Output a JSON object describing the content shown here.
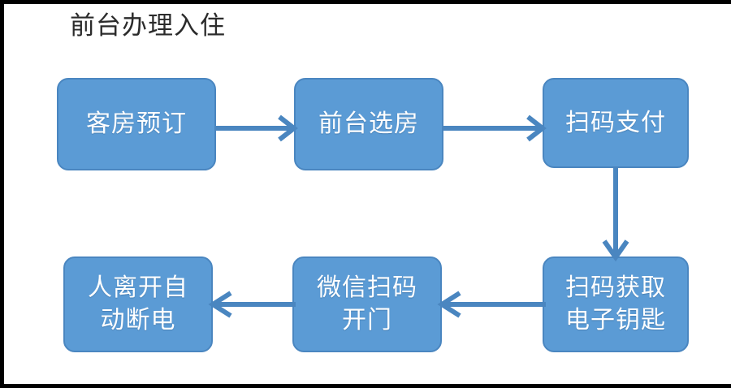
{
  "diagram": {
    "title": "前台办理入住",
    "background_color": "#ffffff",
    "frame_color": "#000000",
    "node_fill": "#5b9bd5",
    "node_border": "#4a86c0",
    "node_text_color": "#ffffff",
    "connector_color": "#4a86c0",
    "type": "flowchart",
    "nodes": [
      {
        "id": "n1",
        "label": "客房预订"
      },
      {
        "id": "n2",
        "label": "前台选房"
      },
      {
        "id": "n3",
        "label": "扫码支付"
      },
      {
        "id": "n4",
        "label": "扫码获取\n电子钥匙"
      },
      {
        "id": "n5",
        "label": "微信扫码\n开门"
      },
      {
        "id": "n6",
        "label": "人离开自\n动断电"
      }
    ],
    "edges": [
      {
        "from": "n1",
        "to": "n2",
        "direction": "right"
      },
      {
        "from": "n2",
        "to": "n3",
        "direction": "right"
      },
      {
        "from": "n3",
        "to": "n4",
        "direction": "down"
      },
      {
        "from": "n4",
        "to": "n5",
        "direction": "left"
      },
      {
        "from": "n5",
        "to": "n6",
        "direction": "left"
      }
    ]
  }
}
